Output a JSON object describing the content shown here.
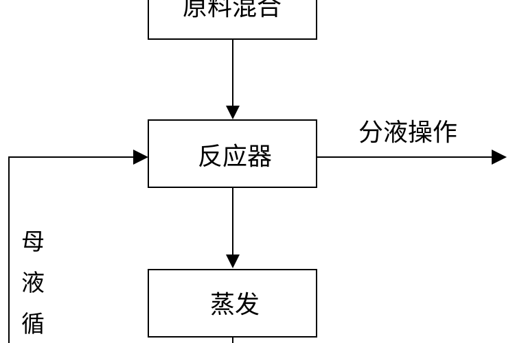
{
  "steps": {
    "mixing": "原料混合",
    "reactor": "反应器",
    "evaporation": "蒸发"
  },
  "flows": {
    "separation": "分液操作",
    "recycle": [
      "母",
      "液",
      "循"
    ]
  }
}
